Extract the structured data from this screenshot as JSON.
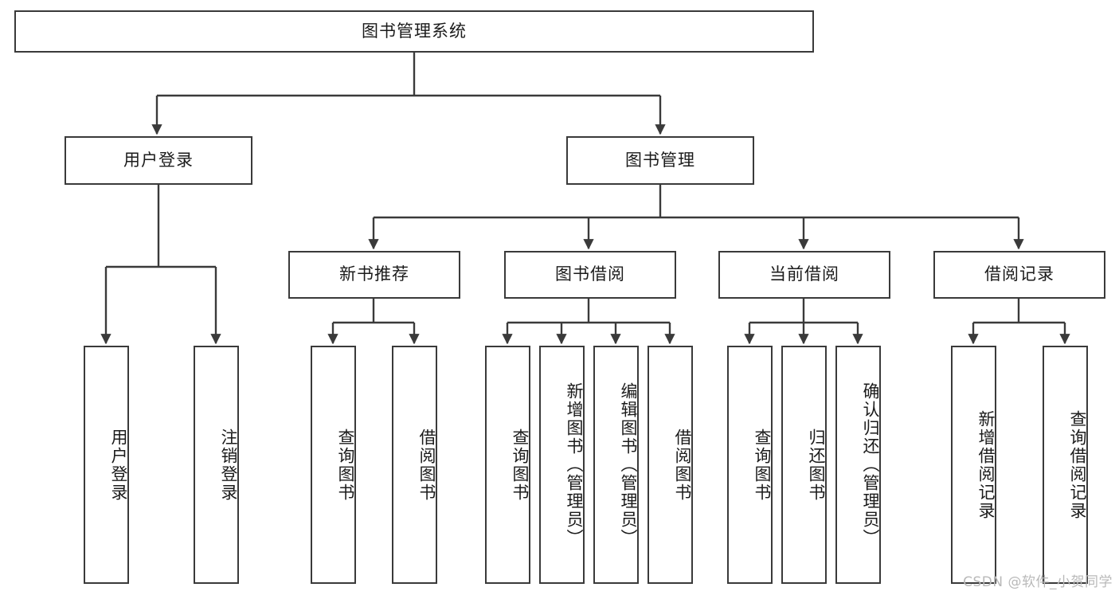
{
  "diagram": {
    "title": "图书管理系统",
    "type": "tree",
    "watermark": "CSDN @软件_小贺同学",
    "colors": {
      "box_border": "#3a3a3a",
      "box_fill": "#ffffff",
      "edge": "#3a3a3a",
      "text": "#1b1b1b",
      "watermark": "#b9b9b9",
      "background": "#ffffff"
    },
    "nodes": {
      "root": {
        "label": "图书管理系统"
      },
      "level2": [
        {
          "label": "用户登录"
        },
        {
          "label": "图书管理"
        }
      ],
      "level3": [
        {
          "label": "新书推荐"
        },
        {
          "label": "图书借阅"
        },
        {
          "label": "当前借阅"
        },
        {
          "label": "借阅记录"
        }
      ],
      "leaves": {
        "user_login": [
          {
            "label": "用户登录"
          },
          {
            "label": "注销登录"
          }
        ],
        "new_book": [
          {
            "label": "查询图书"
          },
          {
            "label": "借阅图书"
          }
        ],
        "book_borrow": [
          {
            "label": "查询图书"
          },
          {
            "label": "新增图书（管理员）"
          },
          {
            "label": "编辑图书（管理员）"
          },
          {
            "label": "借阅图书"
          }
        ],
        "current_borrow": [
          {
            "label": "查询图书"
          },
          {
            "label": "归还图书"
          },
          {
            "label": "确认归还（管理员）"
          }
        ],
        "borrow_record": [
          {
            "label": "新增借阅记录"
          },
          {
            "label": "查询借阅记录"
          }
        ]
      }
    }
  }
}
